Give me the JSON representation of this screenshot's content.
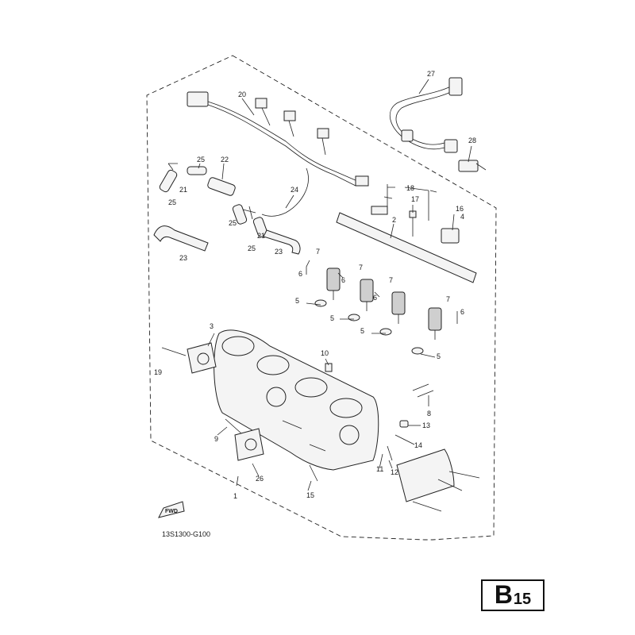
{
  "reference_code": "13S1300-G100",
  "fwd_label": "FWD",
  "page_badge": {
    "letter": "B",
    "number": "15"
  },
  "callouts": [
    "1",
    "2",
    "3",
    "4",
    "5",
    "5",
    "5",
    "5",
    "6",
    "6",
    "6",
    "6",
    "7",
    "7",
    "7",
    "7",
    "8",
    "9",
    "10",
    "11",
    "12",
    "13",
    "14",
    "15",
    "16",
    "17",
    "18",
    "19",
    "20",
    "21",
    "21",
    "22",
    "23",
    "23",
    "24",
    "25",
    "25",
    "25",
    "25",
    "26",
    "27",
    "28"
  ]
}
